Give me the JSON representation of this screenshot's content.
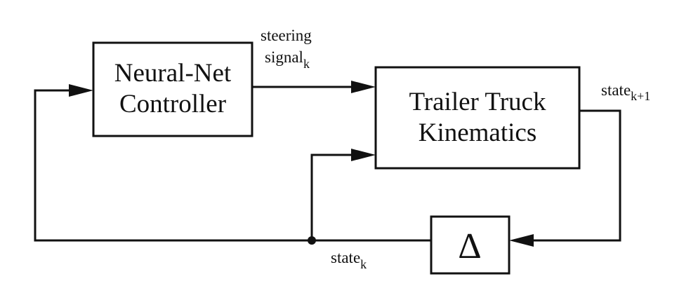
{
  "blocks": {
    "controller": {
      "line1": "Neural-Net",
      "line2": "Controller"
    },
    "plant": {
      "line1": "Trailer Truck",
      "line2": "Kinematics"
    },
    "delay": {
      "symbol": "Δ"
    }
  },
  "signals": {
    "steering": {
      "line1": "steering",
      "line2_base": "signal",
      "line2_sub": "k"
    },
    "next_state": {
      "base": "state",
      "sub": "k+1"
    },
    "current_state": {
      "base": "state",
      "sub": "k"
    }
  }
}
